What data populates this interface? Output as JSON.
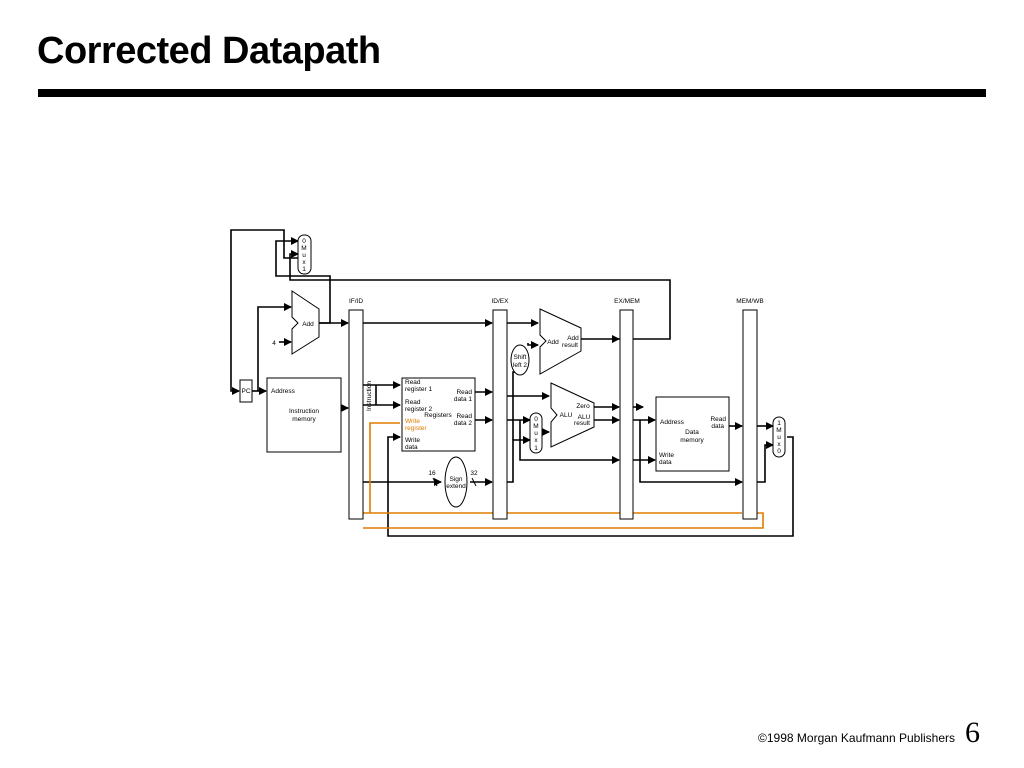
{
  "slide": {
    "title": "Corrected Datapath",
    "footer": {
      "copyright": "©1998 Morgan Kaufmann Publishers",
      "page_number": "6"
    }
  },
  "diagram": {
    "colors": {
      "highlight": "#e07b00"
    },
    "pipeline_registers": {
      "if_id": "IF/ID",
      "id_ex": "ID/EX",
      "ex_mem": "EX/MEM",
      "mem_wb": "MEM/WB"
    },
    "top_mux": {
      "l0": "0",
      "l1": "M",
      "l2": "u",
      "l3": "x",
      "l4": "1"
    },
    "pc_adder": {
      "label": "Add",
      "constant": "4"
    },
    "pc": {
      "label": "PC"
    },
    "instruction_memory": {
      "address": "Address",
      "line1": "Instruction",
      "line2": "memory"
    },
    "instruction_bus": {
      "label": "Instruction"
    },
    "registers": {
      "read_register_1_a": "Read",
      "read_register_1_b": "register 1",
      "read_register_2_a": "Read",
      "read_register_2_b": "register 2",
      "write_register_a": "Write",
      "write_register_b": "register",
      "write_data_a": "Write",
      "write_data_b": "data",
      "name": "Registers",
      "read_data_1_a": "Read",
      "read_data_1_b": "data 1",
      "read_data_2_a": "Read",
      "read_data_2_b": "data 2"
    },
    "sign_extend": {
      "line1": "Sign",
      "line2": "extend",
      "in_width": "16",
      "out_width": "32"
    },
    "shift_left": {
      "line1": "Shift",
      "line2": "left 2"
    },
    "branch_adder": {
      "add": "Add",
      "result_a": "Add",
      "result_b": "result"
    },
    "alu_mux": {
      "l0": "0",
      "l1": "M",
      "l2": "u",
      "l3": "x",
      "l4": "1"
    },
    "alu": {
      "name": "ALU",
      "zero": "Zero",
      "result_a": "ALU",
      "result_b": "result"
    },
    "data_memory": {
      "address": "Address",
      "line1": "Data",
      "line2": "memory",
      "read_a": "Read",
      "read_b": "data",
      "write_a": "Write",
      "write_b": "data"
    },
    "wb_mux": {
      "l0": "1",
      "l1": "M",
      "l2": "u",
      "l3": "x",
      "l4": "0"
    }
  }
}
